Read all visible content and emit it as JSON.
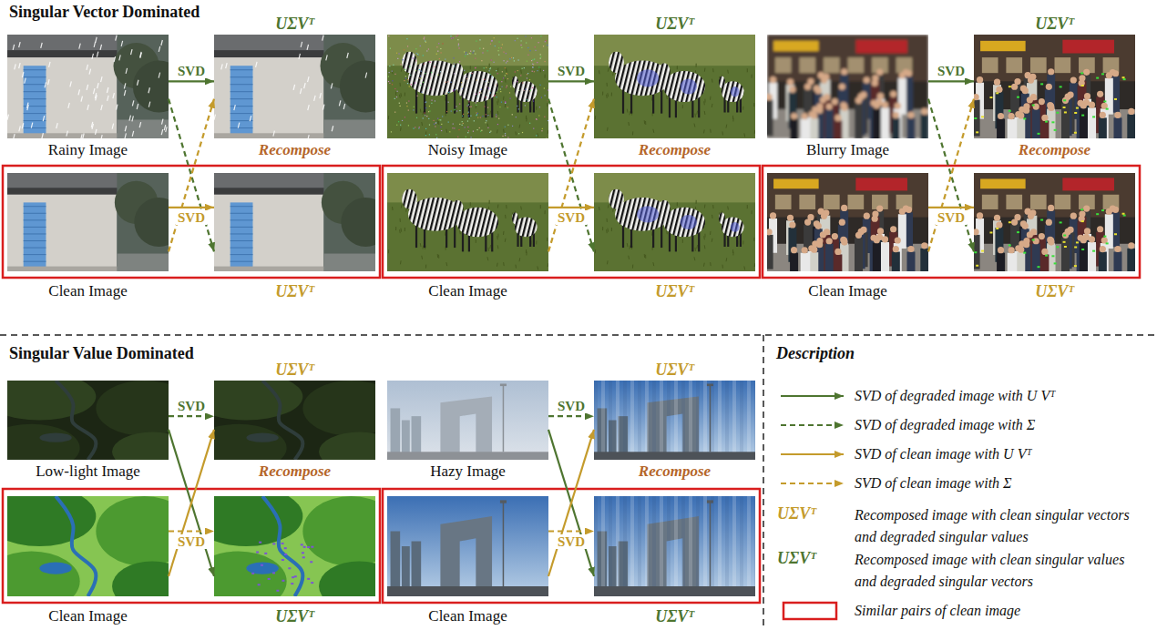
{
  "diagram": {
    "nodes": [
      {
        "text": [
          "Rainy Image"
        ]
      },
      {
        "text": [
          "UΣVᵀ",
          "Recompose"
        ]
      },
      {
        "text": [
          "Clean Image"
        ]
      },
      {
        "text": [
          "UΣVᵀ"
        ]
      },
      {
        "text": [
          "Noisy Image"
        ]
      },
      {
        "text": [
          "UΣVᵀ",
          "Recompose"
        ]
      },
      {
        "text": [
          "Clean Image"
        ]
      },
      {
        "text": [
          "UΣVᵀ"
        ]
      },
      {
        "text": [
          "Blurry Image"
        ]
      },
      {
        "text": [
          "UΣVᵀ",
          "Recompose"
        ]
      },
      {
        "text": [
          "Clean Image"
        ]
      },
      {
        "text": [
          "UΣVᵀ"
        ]
      },
      {
        "text": [
          "Low-light Image"
        ]
      },
      {
        "text": [
          "UΣVᵀ",
          "Recompose"
        ]
      },
      {
        "text": [
          "Clean Image"
        ]
      },
      {
        "text": [
          "UΣVᵀ"
        ]
      },
      {
        "text": [
          "Hazy Image"
        ]
      },
      {
        "text": [
          "UΣVᵀ",
          "Recompose"
        ]
      },
      {
        "text": [
          "Clean Image"
        ]
      },
      {
        "text": [
          "UΣVᵀ"
        ]
      }
    ],
    "edges": [
      {
        "from": 0,
        "to": 1,
        "arrow": "to",
        "label": "SVD"
      },
      {
        "from": 0,
        "to": 3,
        "arrow": "to"
      },
      {
        "from": 2,
        "to": 1,
        "arrow": "to"
      },
      {
        "from": 2,
        "to": 3,
        "arrow": "to",
        "label": "SVD"
      },
      {
        "from": 4,
        "to": 5,
        "arrow": "to",
        "label": "SVD"
      },
      {
        "from": 4,
        "to": 7,
        "arrow": "to"
      },
      {
        "from": 6,
        "to": 5,
        "arrow": "to"
      },
      {
        "from": 6,
        "to": 7,
        "arrow": "to",
        "label": "SVD"
      },
      {
        "from": 8,
        "to": 9,
        "arrow": "to",
        "label": "SVD"
      },
      {
        "from": 8,
        "to": 11,
        "arrow": "to"
      },
      {
        "from": 10,
        "to": 9,
        "arrow": "to"
      },
      {
        "from": 10,
        "to": 11,
        "arrow": "to",
        "label": "SVD"
      },
      {
        "from": 12,
        "to": 13,
        "arrow": "to",
        "label": "SVD"
      },
      {
        "from": 12,
        "to": 15,
        "arrow": "to"
      },
      {
        "from": 14,
        "to": 13,
        "arrow": "to"
      },
      {
        "from": 14,
        "to": 15,
        "arrow": "to",
        "label": "SVD"
      },
      {
        "from": 16,
        "to": 17,
        "arrow": "to",
        "label": "SVD"
      },
      {
        "from": 16,
        "to": 19,
        "arrow": "to"
      },
      {
        "from": 18,
        "to": 17,
        "arrow": "to"
      },
      {
        "from": 18,
        "to": 19,
        "arrow": "to",
        "label": "SVD"
      }
    ],
    "labels": [
      "Singular Vector Dominated",
      "Singular Value Dominated",
      "Description",
      "UΣVᵀ",
      "UΣVᵀ"
    ],
    "legend": [
      {
        "text": "SVD of degraded image with U Vᵀ"
      },
      {
        "text": "SVD of degraded image with Σ"
      },
      {
        "text": "SVD of clean image with U Vᵀ"
      },
      {
        "text": "SVD of clean image with Σ"
      },
      {
        "text": "Recomposed image with clean singular vectors and degraded singular values"
      },
      {
        "text": "Recomposed image with clean singular values and degraded singular vectors"
      },
      {
        "text": "Similar pairs of clean image"
      }
    ]
  }
}
